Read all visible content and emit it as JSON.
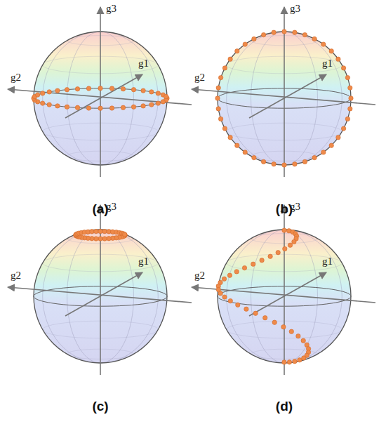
{
  "diagram": {
    "labels": [
      "g3",
      "g2",
      "g1",
      "(a)",
      "g3",
      "g2",
      "g1",
      "(b)",
      "g3",
      "g2",
      "g1",
      "(c)",
      "g3",
      "g2",
      "g1",
      "(d)"
    ]
  }
}
